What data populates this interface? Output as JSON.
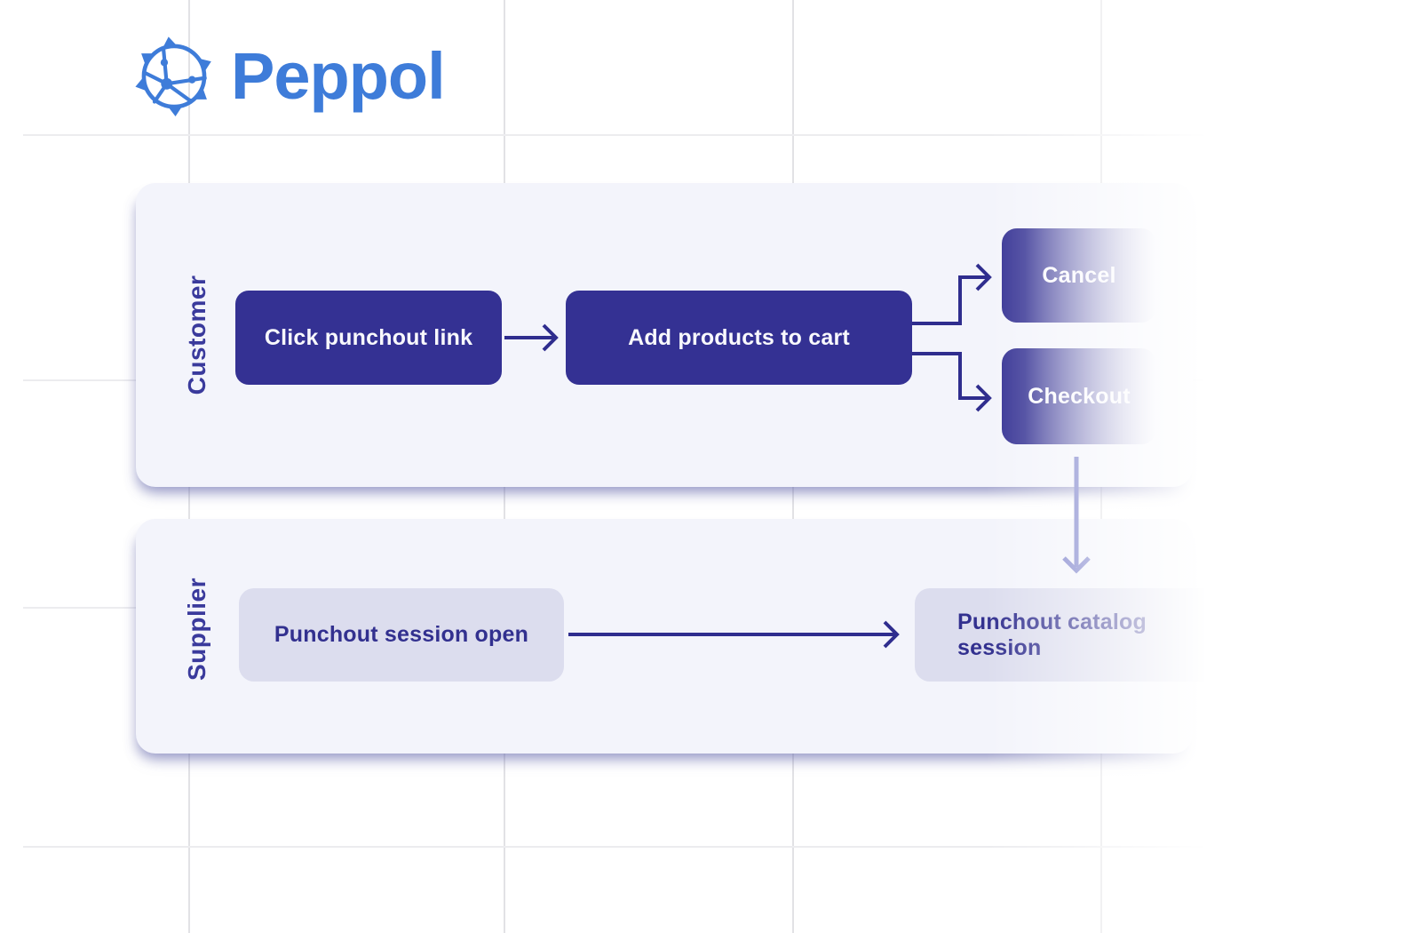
{
  "brand": {
    "name": "Peppol"
  },
  "colors": {
    "logo_blue": "#3e7cd9",
    "node_dark_bg": "#343193",
    "node_dark_text": "#f8f8fc",
    "node_light_bg": "#dcddee",
    "node_light_text": "#32308f",
    "lane_panel_bg": "#f3f4fb",
    "lane_label_text": "#3a3a9c",
    "arrow_dark": "#2f2d8e",
    "arrow_light": "#7b80ca",
    "grid_line": "#e8e8ea"
  },
  "lanes": [
    {
      "label": "Customer",
      "nodes": [
        {
          "id": "click-punchout-link",
          "label": "Click punchout link",
          "variant": "dark"
        },
        {
          "id": "add-products-to-cart",
          "label": "Add products to cart",
          "variant": "dark"
        },
        {
          "id": "cancel",
          "label": "Cancel",
          "variant": "dark-fade"
        },
        {
          "id": "checkout",
          "label": "Checkout",
          "variant": "dark-fade"
        }
      ]
    },
    {
      "label": "Supplier",
      "nodes": [
        {
          "id": "punchout-session-open",
          "label": "Punchout session open",
          "variant": "light"
        },
        {
          "id": "punchout-catalog-session",
          "label": "Punchout catalog session",
          "variant": "light-fade"
        }
      ]
    }
  ],
  "edges": [
    {
      "from": "click-punchout-link",
      "to": "add-products-to-cart"
    },
    {
      "from": "add-products-to-cart",
      "to": "cancel"
    },
    {
      "from": "add-products-to-cart",
      "to": "checkout"
    },
    {
      "from": "checkout",
      "to": "punchout-catalog-session"
    },
    {
      "from": "punchout-session-open",
      "to": "punchout-catalog-session"
    }
  ]
}
